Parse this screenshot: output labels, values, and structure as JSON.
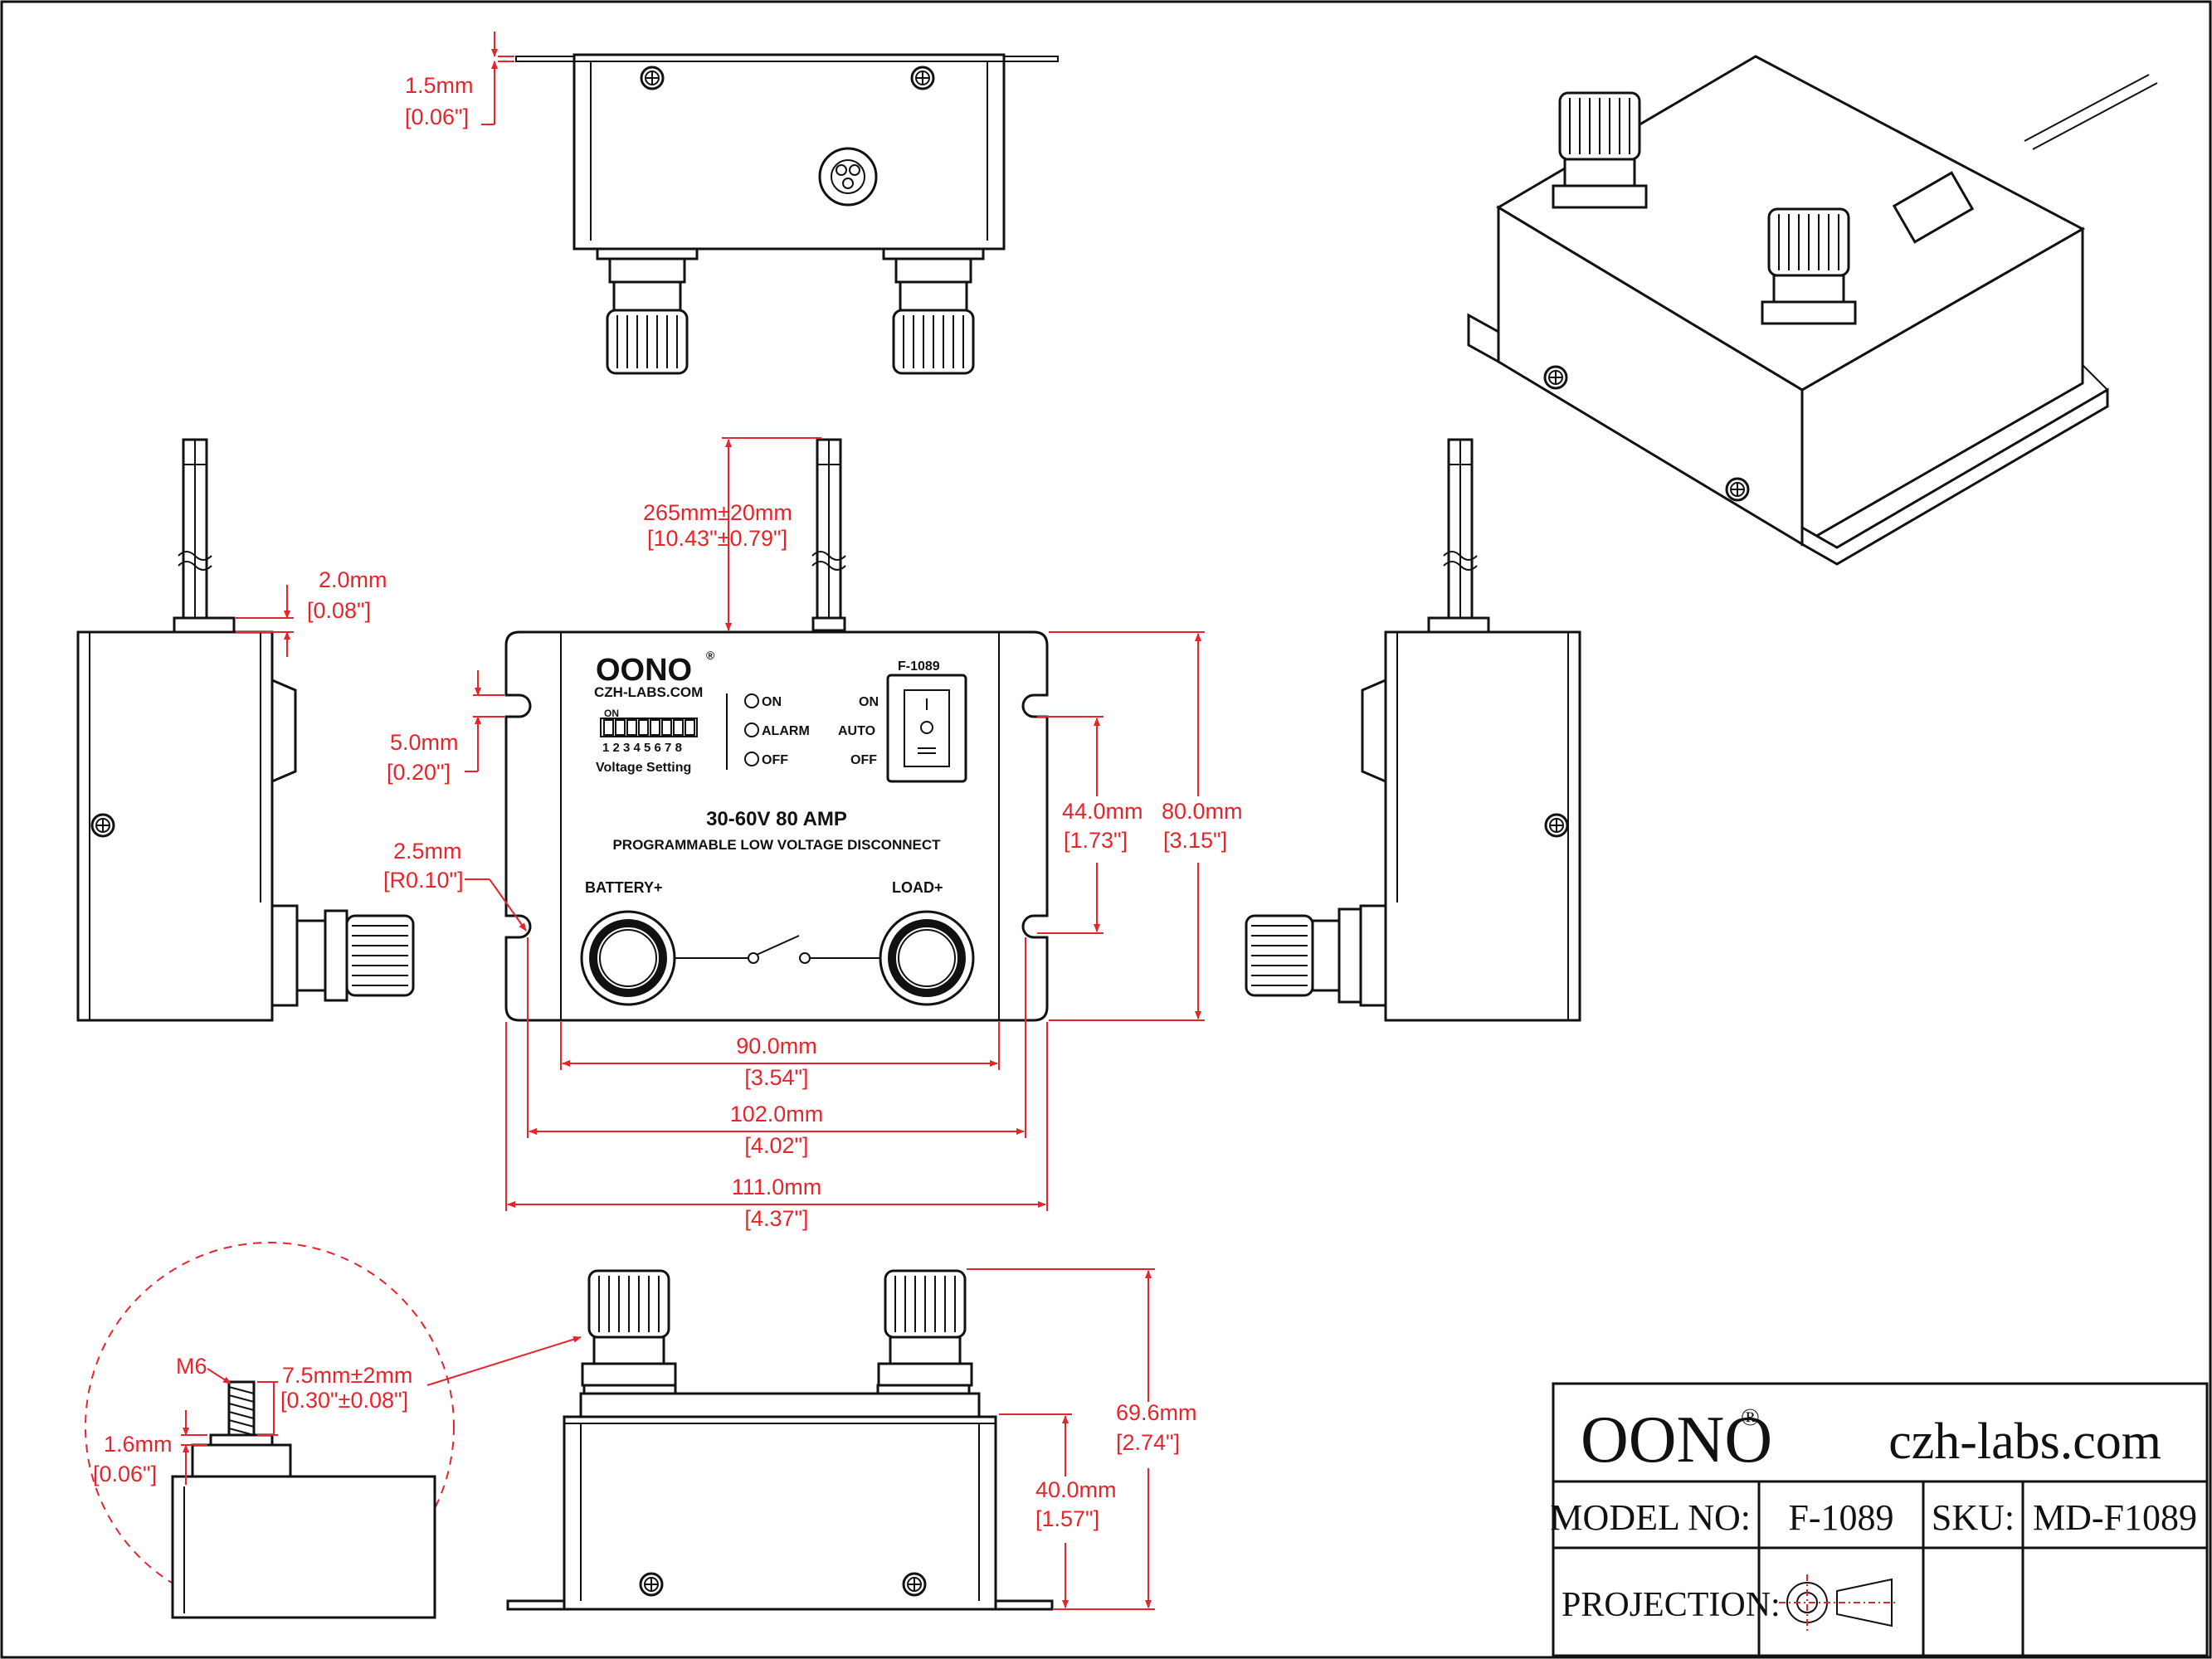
{
  "device": {
    "brand": "OONO",
    "website": "CZH-LABS.COM",
    "dip_on": "ON",
    "dip_numbers": "1 2 3 4 5 6 7 8",
    "dip_caption": "Voltage Setting",
    "led_on": "ON",
    "led_alarm": "ALARM",
    "led_off": "OFF",
    "switch_model": "F-1089",
    "switch_on": "ON",
    "switch_auto": "AUTO",
    "switch_off": "OFF",
    "rating": "30-60V 80 AMP",
    "description": "PROGRAMMABLE LOW VOLTAGE DISCONNECT",
    "terminal_left": "BATTERY+",
    "terminal_right": "LOAD+"
  },
  "dimensions": {
    "flange_thickness": {
      "mm": "1.5mm",
      "in": "[0.06\"]"
    },
    "cable_length": {
      "mm": "265mm±20mm",
      "in": "[10.43\"±0.79\"]"
    },
    "side_offset": {
      "mm": "2.0mm",
      "in": "[0.08\"]"
    },
    "slot_width": {
      "mm": "5.0mm",
      "in": "[0.20\"]"
    },
    "corner_radius": {
      "mm": "2.5mm",
      "in": "[R0.10\"]"
    },
    "slot_spacing": {
      "mm": "44.0mm",
      "in": "[1.73\"]"
    },
    "height": {
      "mm": "80.0mm",
      "in": "[3.15\"]"
    },
    "body_width": {
      "mm": "90.0mm",
      "in": "[3.54\"]"
    },
    "mount_spacing": {
      "mm": "102.0mm",
      "in": "[4.02\"]"
    },
    "total_width": {
      "mm": "111.0mm",
      "in": "[4.37\"]"
    },
    "thread": "M6",
    "stud_length": {
      "mm": "7.5mm±2mm",
      "in": "[0.30\"±0.08\"]"
    },
    "washer": {
      "mm": "1.6mm",
      "in": "[0.06\"]"
    },
    "overall_height": {
      "mm": "69.6mm",
      "in": "[2.74\"]"
    },
    "box_height": {
      "mm": "40.0mm",
      "in": "[1.57\"]"
    }
  },
  "title_block": {
    "brand": "OONO",
    "trademark": "®",
    "website": "czh-labs.com",
    "model_label": "MODEL NO:",
    "model_value": "F-1089",
    "sku_label": "SKU:",
    "sku_value": "MD-F1089",
    "projection_label": "PROJECTION:"
  },
  "colors": {
    "dimension": "#e8242b",
    "line": "#111111"
  }
}
